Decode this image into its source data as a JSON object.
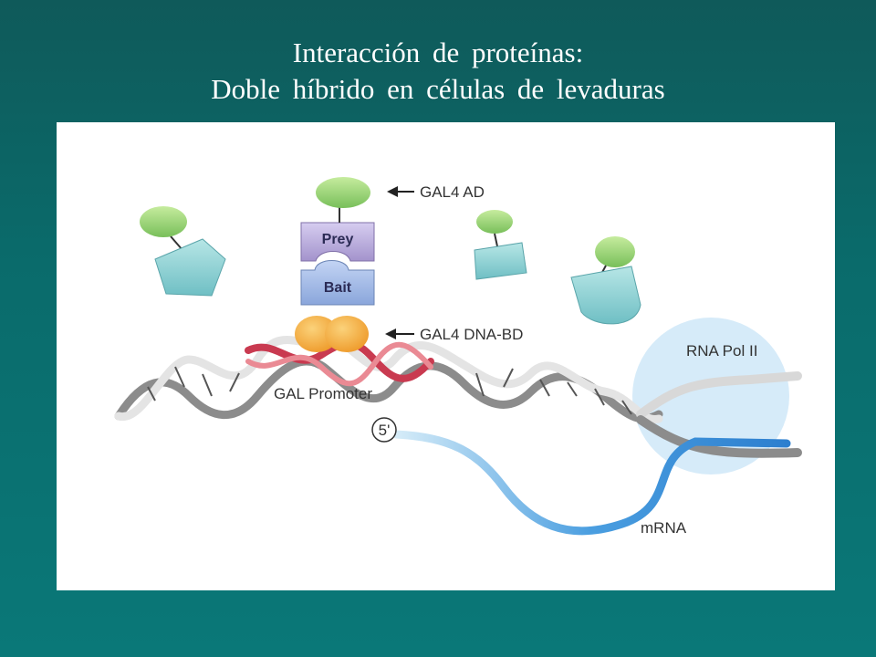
{
  "slide": {
    "title_line1": "Interacción de proteínas:",
    "title_line2": "Doble híbrido en células de levaduras"
  },
  "diagram": {
    "labels": {
      "gal4_ad": "GAL4 AD",
      "gal4_dna_bd": "GAL4 DNA-BD",
      "gal_promoter": "GAL Promoter",
      "rna_pol_ii": "RNA Pol II",
      "mrna": "mRNA",
      "five_prime": "5'"
    },
    "proteins": {
      "prey": "Prey",
      "bait": "Bait"
    },
    "colors": {
      "activation_domain": "#9dd37e",
      "prey": "#b8a8d8",
      "bait": "#9fb8e6",
      "dna_bd": "#f6b04a",
      "promoter_strand": "#c93a50",
      "rna_pol": "#cfe6f7",
      "mrna": "#3a90d6",
      "free_protein": "#8fd0d0"
    }
  }
}
